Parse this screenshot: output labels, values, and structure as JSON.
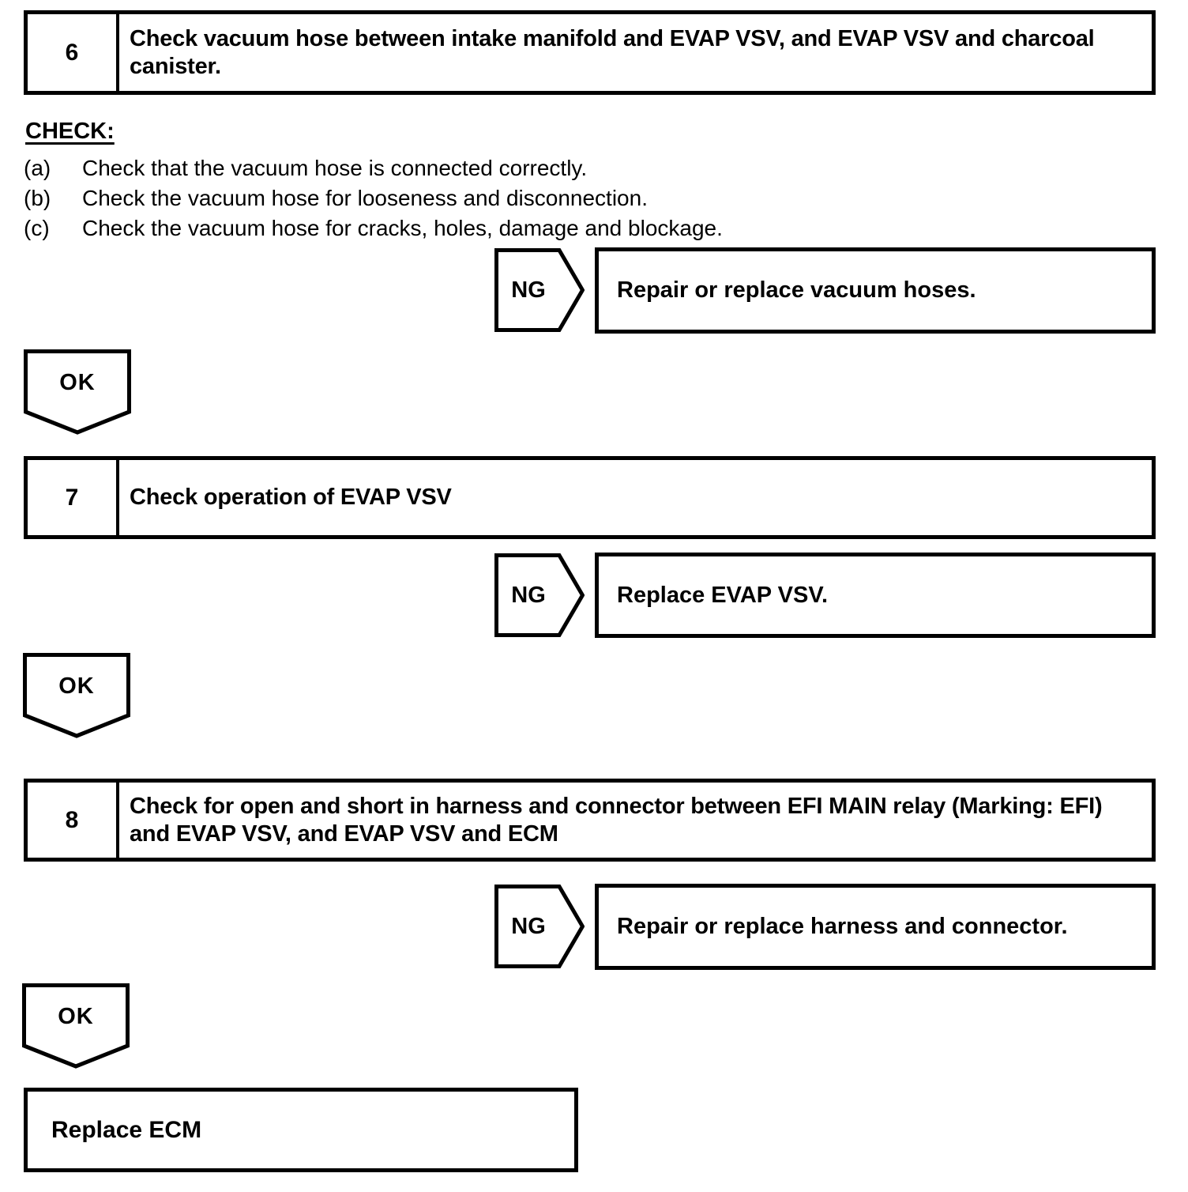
{
  "page": {
    "background": "#ffffff",
    "ink": "#000000"
  },
  "steps": [
    {
      "number": "6",
      "title": "Check vacuum hose between intake manifold and EVAP VSV, and EVAP VSV and charcoal canister."
    },
    {
      "number": "7",
      "title": "Check operation of EVAP VSV"
    },
    {
      "number": "8",
      "title": "Check for open and short in harness and connector between EFI MAIN relay (Marking: EFI) and EVAP VSV, and EVAP VSV and ECM"
    }
  ],
  "check_section": {
    "heading": "CHECK:",
    "items": [
      {
        "label": "(a)",
        "text": "Check that the vacuum hose is connected correctly."
      },
      {
        "label": "(b)",
        "text": "Check the vacuum hose for looseness and disconnection."
      },
      {
        "label": "(c)",
        "text": "Check the vacuum hose for cracks, holes, damage and blockage."
      }
    ]
  },
  "branches": [
    {
      "condition": "NG",
      "action": "Repair or replace vacuum hoses."
    },
    {
      "condition": "NG",
      "action": "Replace EVAP VSV."
    },
    {
      "condition": "NG",
      "action": "Repair or replace harness and connector."
    }
  ],
  "ok_markers": [
    {
      "label": "OK"
    },
    {
      "label": "OK"
    },
    {
      "label": "OK"
    }
  ],
  "final_box": {
    "action": "Replace ECM"
  }
}
